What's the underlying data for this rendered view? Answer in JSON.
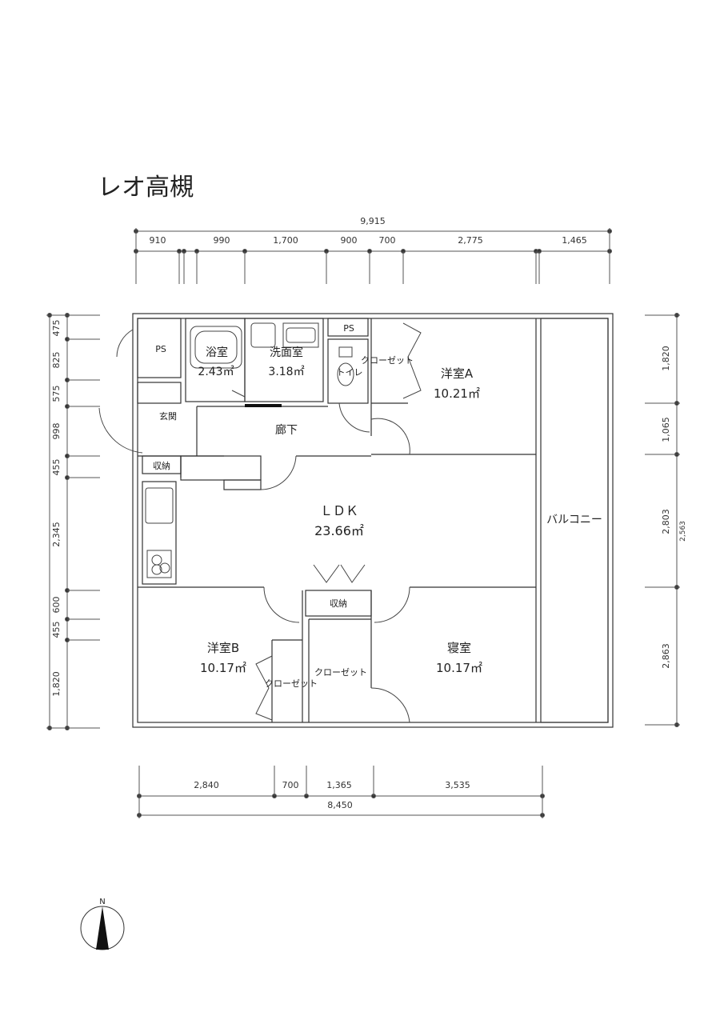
{
  "title": "レオ高槻",
  "dimensions": {
    "top_total": "9,915",
    "top": [
      "910",
      "990",
      "1,700",
      "900",
      "700",
      "2,775",
      "1,465"
    ],
    "left": [
      "475",
      "825",
      "575",
      "998",
      "455",
      "2,345",
      "600",
      "455",
      "1,820"
    ],
    "right": [
      "1,820",
      "1,065",
      "2,803",
      "2,863"
    ],
    "right_partial": "2,563",
    "bottom": [
      "2,840",
      "700",
      "1,365",
      "3,535"
    ],
    "bottom_total": "8,450"
  },
  "rooms": {
    "ps_left": "PS",
    "ps_top": "PS",
    "bath": "浴室",
    "bath_area": "2.43㎡",
    "washroom": "洗面室",
    "washroom_area": "3.18㎡",
    "toilet": "トイレ",
    "closet_toilet": "クローゼット",
    "western_a": "洋室A",
    "western_a_area": "10.21㎡",
    "entrance": "玄関",
    "hallway": "廊下",
    "storage_entrance": "収納",
    "ldk": "ＬＤＫ",
    "ldk_area": "23.66㎡",
    "balcony": "バルコニー",
    "storage_ldk": "収納",
    "western_b": "洋室B",
    "western_b_area": "10.17㎡",
    "closet_b": "クローゼット",
    "closet_mid": "クローゼット",
    "bedroom": "寝室",
    "bedroom_area": "10.17㎡"
  },
  "compass": {
    "north": "N"
  }
}
